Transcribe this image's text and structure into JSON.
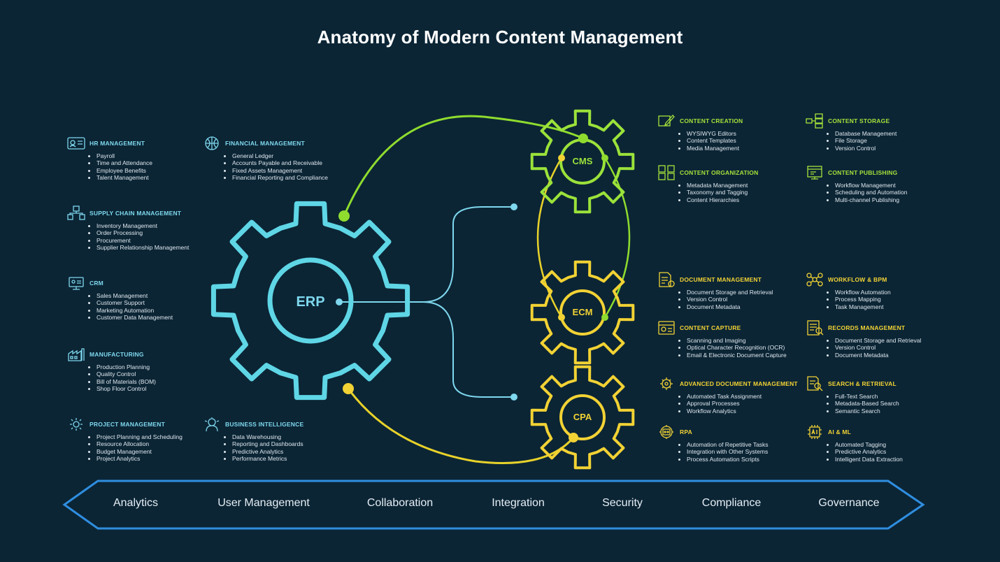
{
  "title": "Anatomy of Modern Content Management",
  "colors": {
    "background": "#0b2535",
    "erp": "#5fd6e6",
    "cms": "#9be23a",
    "ecm_cpa": "#f2d234",
    "band": "#2f8ee0"
  },
  "gears": {
    "erp": "ERP",
    "cms": "CMS",
    "ecm": "ECM",
    "cpa": "CPA"
  },
  "erp_modules": [
    {
      "icon": "id-card-icon",
      "title": "HR MANAGEMENT",
      "items": [
        "Payroll",
        "Time and Attendance",
        "Employee Benefits",
        "Talent Management"
      ]
    },
    {
      "icon": "finance-globe-icon",
      "title": "FINANCIAL MANAGEMENT",
      "items": [
        "General Ledger",
        "Accounts Payable and Receivable",
        "Fixed Assets Management",
        "Financial Reporting and Compliance"
      ]
    },
    {
      "icon": "supply-chain-icon",
      "title": "SUPPLY CHAIN MANAGEMENT",
      "items": [
        "Inventory Management",
        "Order Processing",
        "Procurement",
        "Supplier Relationship Management"
      ]
    },
    {
      "icon": "crm-icon",
      "title": "CRM",
      "items": [
        "Sales Management",
        "Customer Support",
        "Marketing Automation",
        "Customer Data Management"
      ]
    },
    {
      "icon": "factory-icon",
      "title": "MANUFACTURING",
      "items": [
        "Production Planning",
        "Quality Control",
        "Bill of Materials (BOM)",
        "Shop Floor Control"
      ]
    },
    {
      "icon": "project-icon",
      "title": "PROJECT MANAGEMENT",
      "items": [
        "Project Planning and Scheduling",
        "Resource Allocation",
        "Budget Management",
        "Project Analytics"
      ]
    },
    {
      "icon": "intelligence-icon",
      "title": "BUSINESS INTELLIGENCE",
      "items": [
        "Data Warehousing",
        "Reporting and Dashboards",
        "Predictive Analytics",
        "Performance Metrics"
      ]
    }
  ],
  "cms_modules": [
    {
      "icon": "content-creation-icon",
      "title": "CONTENT CREATION",
      "items": [
        "WYSIWYG Editors",
        "Content Templates",
        "Media Management"
      ]
    },
    {
      "icon": "content-storage-icon",
      "title": "CONTENT STORAGE",
      "items": [
        "Database Management",
        "File Storage",
        "Version Control"
      ]
    },
    {
      "icon": "content-organization-icon",
      "title": "CONTENT ORGANIZATION",
      "items": [
        "Metadata Management",
        "Taxonomy and Tagging",
        "Content Hierarchies"
      ]
    },
    {
      "icon": "content-publishing-icon",
      "title": "CONTENT PUBLISHING",
      "items": [
        "Workflow Management",
        "Scheduling and Automation",
        "Multi-channel Publishing"
      ]
    }
  ],
  "ecm_modules": [
    {
      "icon": "document-management-icon",
      "title": "DOCUMENT MANAGEMENT",
      "items": [
        "Document Storage and Retrieval",
        "Version Control",
        "Document Metadata"
      ]
    },
    {
      "icon": "workflow-icon",
      "title": "WORKFLOW & BPM",
      "items": [
        "Workflow Automation",
        "Process Mapping",
        "Task Management"
      ]
    },
    {
      "icon": "content-capture-icon",
      "title": "CONTENT CAPTURE",
      "items": [
        "Scanning and Imaging",
        "Optical Character Recognition (OCR)",
        "Email & Electronic Document Capture"
      ]
    },
    {
      "icon": "records-icon",
      "title": "RECORDS MANAGEMENT",
      "items": [
        "Document Storage and Retrieval",
        "Version Control",
        "Document Metadata"
      ]
    }
  ],
  "cpa_modules": [
    {
      "icon": "advanced-document-icon",
      "title": "ADVANCED DOCUMENT MANAGEMENT",
      "items": [
        "Automated Task Assignment",
        "Approval Processes",
        "Workflow Analytics"
      ]
    },
    {
      "icon": "search-document-icon",
      "title": "SEARCH & RETRIEVAL",
      "items": [
        "Full-Text Search",
        "Metadata-Based Search",
        "Semantic Search"
      ]
    },
    {
      "icon": "rpa-icon",
      "title": "RPA",
      "items": [
        "Automation of Repetitive Tasks",
        "Integration with Other Systems",
        "Process Automation Scripts"
      ]
    },
    {
      "icon": "ai-chip-icon",
      "title": "AI & ML",
      "items": [
        "Automated Tagging",
        "Predictive Analytics",
        "Intelligent Data Extraction"
      ]
    }
  ],
  "foundation": [
    "Analytics",
    "User Management",
    "Collaboration",
    "Integration",
    "Security",
    "Compliance",
    "Governance"
  ]
}
